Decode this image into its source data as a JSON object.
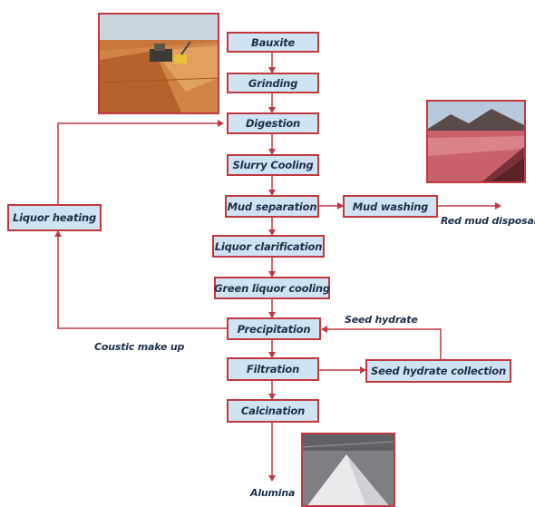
{
  "steps": {
    "bauxite": "Bauxite",
    "grinding": "Grinding",
    "digestion": "Digestion",
    "slurry_cooling": "Slurry Cooling",
    "mud_separation": "Mud separation",
    "liquor_clarification": "Liquor clarification",
    "green_liquor_cooling": "Green liquor cooling",
    "precipitation": "Precipitation",
    "filtration": "Filtration",
    "calcination": "Calcination"
  },
  "side_steps": {
    "liquor_heating": "Liquor heating",
    "mud_washing": "Mud washing",
    "seed_hydrate_collection": "Seed hydrate collection"
  },
  "labels": {
    "red_mud_disposal": "Red mud disposal",
    "seed_hydrate": "Seed hydrate",
    "caustic_make_up": "Coustic make up",
    "alumina": "Alumina"
  },
  "colors": {
    "box_fill": "#cfe3f3",
    "line": "#c0393f",
    "text": "#1f2f4a"
  }
}
